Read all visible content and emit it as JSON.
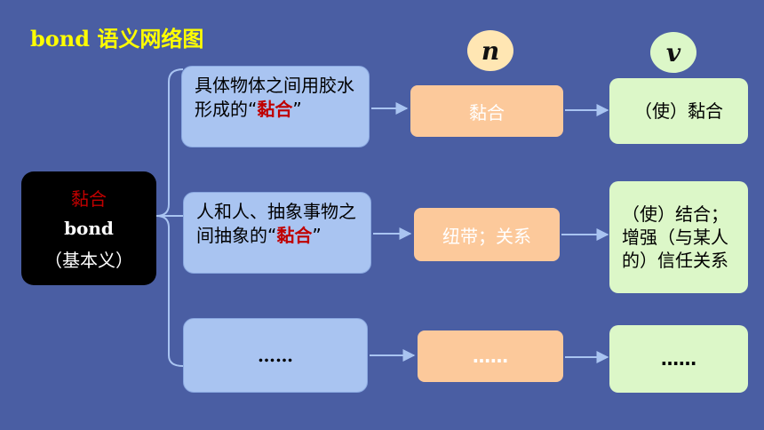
{
  "title": "bond 语义网络图",
  "columns": {
    "n": "n",
    "v": "v"
  },
  "root": {
    "zh": "黏合",
    "en": "bond",
    "note": "（基本义）"
  },
  "rows": [
    {
      "sense_pre": "具体物体之间用胶水形成的“",
      "sense_hl": "黏合",
      "sense_post": "”",
      "noun": "黏合",
      "verb": "（使）黏合"
    },
    {
      "sense_pre": "人和人、抽象事物之间抽象的“",
      "sense_hl": "黏合",
      "sense_post": "”",
      "noun": "纽带；关系",
      "verb": "（使）结合；增强（与某人的）信任关系"
    },
    {
      "sense_text": "……",
      "noun": "……",
      "verb": "……"
    }
  ],
  "colors": {
    "background": "#4a5ea3",
    "title": "#ffff00",
    "highlight": "#c00000",
    "sense_box": "#a9c4f1",
    "noun_box": "#fcc99b",
    "verb_box": "#dcf7c8"
  }
}
